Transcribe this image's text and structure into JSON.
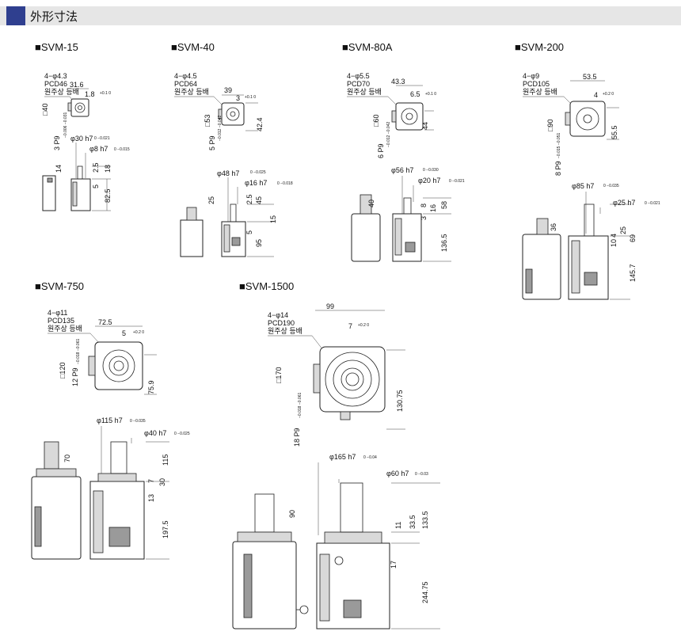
{
  "section": {
    "title": "外形寸法",
    "accent_color": "#2f3f8f",
    "bar_color": "#e6e6e6"
  },
  "models": {
    "m15": {
      "name": "■SVM-15",
      "holes": "4−φ4.3",
      "pcd": "PCD46",
      "pattern": "원주상 등배",
      "d_width": "31.6",
      "d_key": "1.8",
      "d_key_tol": "+0.1 0",
      "d_square": "□40",
      "d_keyslot": "3 P9",
      "d_keyslot_tol": "−0.006 −0.031",
      "d_spigot": "φ30 h7",
      "d_spigot_tol": "0 −0.021",
      "d_shaft": "φ8 h7",
      "d_shaft_tol": "0 −0.015",
      "d_a": "2.5",
      "d_b": "18",
      "d_c": "14",
      "d_d": "5",
      "d_e": "82.5"
    },
    "m40": {
      "name": "■SVM-40",
      "holes": "4−φ4.5",
      "pcd": "PCD64",
      "pattern": "원주상 등배",
      "d_width": "39",
      "d_key": "3",
      "d_key_tol": "+0.1 0",
      "d_square": "□53",
      "d_keyslot": "5 P9",
      "d_keyslot_tol": "−0.012 −0.042",
      "d_height": "42.4",
      "d_spigot": "φ48 h7",
      "d_spigot_tol": "0 −0.025",
      "d_shaft": "φ16 h7",
      "d_shaft_tol": "0 −0.018",
      "d_a": "2.5",
      "d_b": "45",
      "d_c": "25",
      "d_d": "5",
      "d_e": "15",
      "d_f": "95"
    },
    "m80": {
      "name": "■SVM-80A",
      "holes": "4−φ5.5",
      "pcd": "PCD70",
      "pattern": "원주상 등배",
      "d_width": "43.3",
      "d_key": "6.5",
      "d_key_tol": "+0.1 0",
      "d_square": "□60",
      "d_keyslot": "6 P9",
      "d_keyslot_tol": "−0.012 −0.042",
      "d_height": "44",
      "d_spigot": "φ56 h7",
      "d_spigot_tol": "0 −0.030",
      "d_shaft": "φ20 h7",
      "d_shaft_tol": "0 −0.021",
      "d_a": "40",
      "d_b": "16",
      "d_c": "58",
      "d_d": "8",
      "d_e": "3",
      "d_f": "136.5"
    },
    "m200": {
      "name": "■SVM-200",
      "holes": "4−φ9",
      "pcd": "PCD105",
      "pattern": "원주상 등배",
      "d_width": "53.5",
      "d_key": "4",
      "d_key_tol": "+0.2 0",
      "d_square": "□90",
      "d_keyslot": "8 P9",
      "d_keyslot_tol": "−0.015 −0.051",
      "d_height": "55.5",
      "d_spigot": "φ85 h7",
      "d_spigot_tol": "0 −0.035",
      "d_shaft": "φ25 h7",
      "d_shaft_tol": "0 −0.021",
      "d_a": "36",
      "d_b": "25",
      "d_c": "69",
      "d_d": "10",
      "d_e": "4",
      "d_f": "145.7"
    },
    "m750": {
      "name": "■SVM-750",
      "holes": "4−φ11",
      "pcd": "PCD135",
      "pattern": "원주상 등배",
      "d_width": "72.5",
      "d_key": "5",
      "d_key_tol": "+0.2 0",
      "d_square": "□120",
      "d_keyslot": "12 P9",
      "d_keyslot_tol": "−0.018 −0.061",
      "d_height": "75.9",
      "d_spigot": "φ115 h7",
      "d_spigot_tol": "0 −0.035",
      "d_shaft": "φ40 h7",
      "d_shaft_tol": "0 −0.025",
      "d_a": "70",
      "d_b": "115",
      "d_c": "30",
      "d_d": "7",
      "d_e": "13",
      "d_f": "197.5"
    },
    "m1500": {
      "name": "■SVM-1500",
      "holes": "4−φ14",
      "pcd": "PCD190",
      "pattern": "원주상 등배",
      "d_width": "99",
      "d_key": "7",
      "d_key_tol": "+0.2 0",
      "d_square": "□170",
      "d_keyslot": "18 P9",
      "d_keyslot_tol": "−0.018 −0.061",
      "d_height": "130.75",
      "d_spigot": "φ165 h7",
      "d_spigot_tol": "0 −0.04",
      "d_shaft": "φ60 h7",
      "d_shaft_tol": "0 −0.03",
      "d_a": "90",
      "d_b": "11",
      "d_c": "33.5",
      "d_d": "133.5",
      "d_e": "17",
      "d_f": "244.75"
    }
  }
}
